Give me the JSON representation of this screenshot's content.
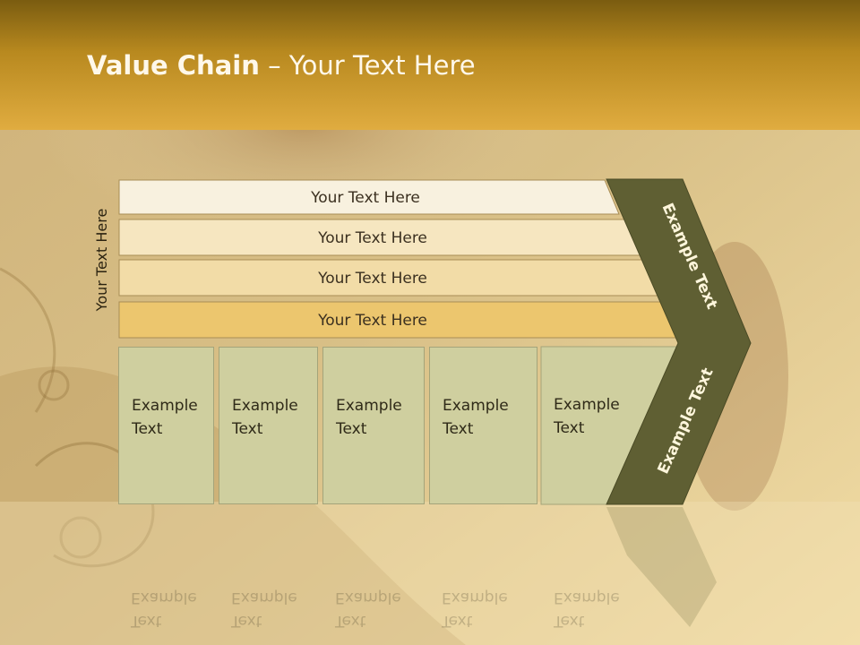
{
  "title": {
    "bold": "Value Chain",
    "rest": " – Your Text Here"
  },
  "side_label": "Your Text Here",
  "rows": [
    {
      "label": "Your Text Here",
      "color": "#f8f1df"
    },
    {
      "label": "Your Text Here",
      "color": "#f6e6c0"
    },
    {
      "label": "Your Text Here",
      "color": "#f2dca7"
    },
    {
      "label": "Your Text Here",
      "color": "#ecc66e"
    }
  ],
  "boxes": [
    {
      "line1": "Example",
      "line2": "Text"
    },
    {
      "line1": "Example",
      "line2": "Text"
    },
    {
      "line1": "Example",
      "line2": "Text"
    },
    {
      "line1": "Example",
      "line2": "Text"
    },
    {
      "line1": "Example",
      "line2": "Text"
    }
  ],
  "chevron": {
    "top_label": "Example Text",
    "bottom_label": "Example Text",
    "color": "#5f5f33"
  },
  "colors": {
    "header": "#c69a30",
    "box": "#cfcf9f"
  }
}
